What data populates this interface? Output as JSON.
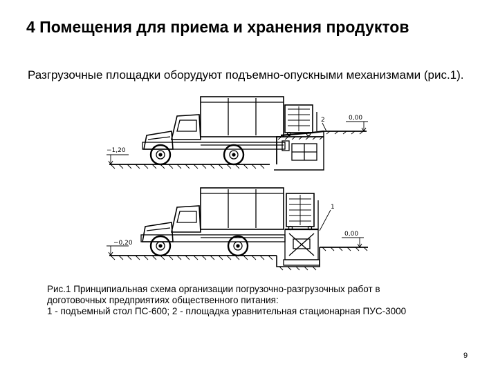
{
  "slide": {
    "title": "4 Помещения для приема и хранения продуктов",
    "intro": "Разгрузочные площадки оборудуют подъемно-опускными механизмами (рис.1).",
    "caption": {
      "line1": "Рис.1 Принципиальная схема организации погрузочно-разгрузочных работ в",
      "line2": "доготовочных предприятиях общественного питания:",
      "line3": "1 - подъемный стол ПС-600; 2 - площадка уравнительная стационарная ПУС-3000"
    },
    "page_number": "9"
  },
  "diagram": {
    "top": {
      "ground_level": "−1,20",
      "dock_level": "0,00",
      "callout": "2"
    },
    "bottom": {
      "ground_level": "−0,20",
      "dock_level": "0,00",
      "callout": "1"
    }
  }
}
